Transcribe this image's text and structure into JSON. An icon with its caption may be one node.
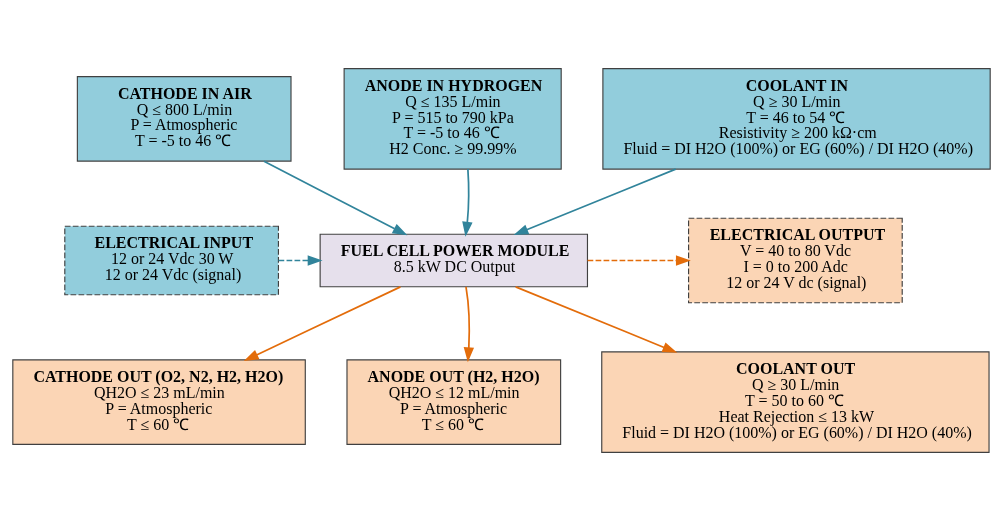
{
  "diagram": {
    "nodes": [
      {
        "text": [
          "CATHODE IN AIR",
          "Q ≤ 800 L/min",
          "P = Atmospheric",
          "T = -5 to 46 ℃"
        ]
      },
      {
        "text": [
          "ANODE IN HYDROGEN",
          "Q ≤ 135 L/min",
          "P = 515 to 790 kPa",
          "T = -5 to 46 ℃",
          "H2 Conc. ≥ 99.99%"
        ]
      },
      {
        "text": [
          "COOLANT IN",
          "Q ≥ 30 L/min",
          "T = 46 to 54 ℃",
          "Resistivity ≥ 200 kΩ·cm",
          "Fluid = DI H2O (100%) or EG (60%) / DI H2O (40%)"
        ]
      },
      {
        "text": [
          "ELECTRICAL INPUT",
          "12 or 24 Vdc 30 W",
          "12 or 24 Vdc (signal)"
        ]
      },
      {
        "text": [
          "FUEL CELL POWER MODULE",
          "8.5 kW DC Output"
        ]
      },
      {
        "text": [
          "ELECTRICAL OUTPUT",
          "V = 40 to 80 Vdc",
          "I = 0 to 200 Adc",
          "12 or 24 V dc (signal)"
        ]
      },
      {
        "text": [
          "CATHODE OUT (O2, N2, H2, H2O)",
          "QH2O ≤ 23 mL/min",
          "P = Atmospheric",
          "T ≤ 60 ℃"
        ]
      },
      {
        "text": [
          "ANODE OUT (H2, H2O)",
          "QH2O ≤ 12 mL/min",
          "P = Atmospheric",
          "T ≤ 60 ℃"
        ]
      },
      {
        "text": [
          "COOLANT OUT",
          "Q ≥ 30 L/min",
          "T = 50 to 60 ℃",
          "Heat Rejection ≤ 13 kW",
          "Fluid = DI H2O (100%) or EG (60%) / DI H2O (40%)"
        ]
      }
    ],
    "edges": [
      {
        "from": 0,
        "to": 4,
        "arrow": "to",
        "color": "#31849b"
      },
      {
        "from": 1,
        "to": 4,
        "arrow": "to",
        "color": "#31849b"
      },
      {
        "from": 2,
        "to": 4,
        "arrow": "to",
        "color": "#31849b"
      },
      {
        "from": 3,
        "to": 4,
        "arrow": "to",
        "style": "dashed",
        "color": "#31849b"
      },
      {
        "from": 4,
        "to": 5,
        "arrow": "to",
        "style": "dashed",
        "color": "#e36c0a"
      },
      {
        "from": 4,
        "to": 6,
        "arrow": "to",
        "color": "#e36c0a"
      },
      {
        "from": 4,
        "to": 7,
        "arrow": "to",
        "color": "#e36c0a"
      },
      {
        "from": 4,
        "to": 8,
        "arrow": "to",
        "color": "#e36c0a"
      }
    ]
  }
}
